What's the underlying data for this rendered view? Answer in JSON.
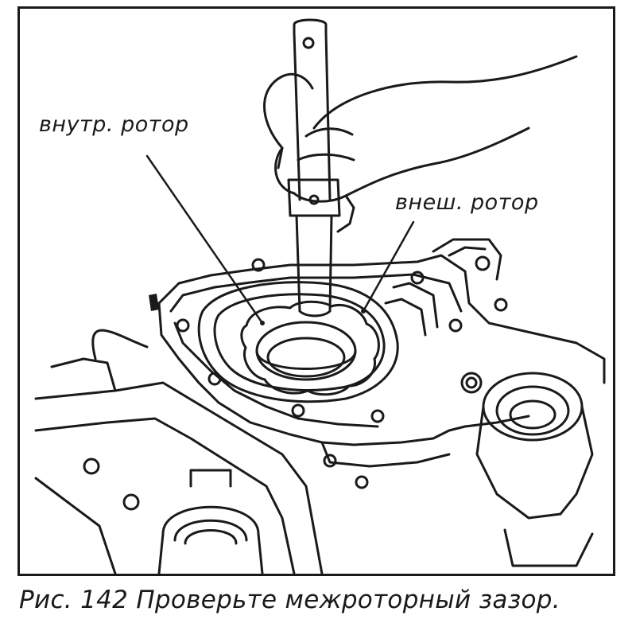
{
  "labels": {
    "inner_rotor": "внутр. ротор",
    "outer_rotor": "внеш. ротор"
  },
  "caption": "Рис. 142 Проверьте межроторный зазор.",
  "colors": {
    "ink": "#1a1a1a",
    "paper": "#ffffff"
  }
}
